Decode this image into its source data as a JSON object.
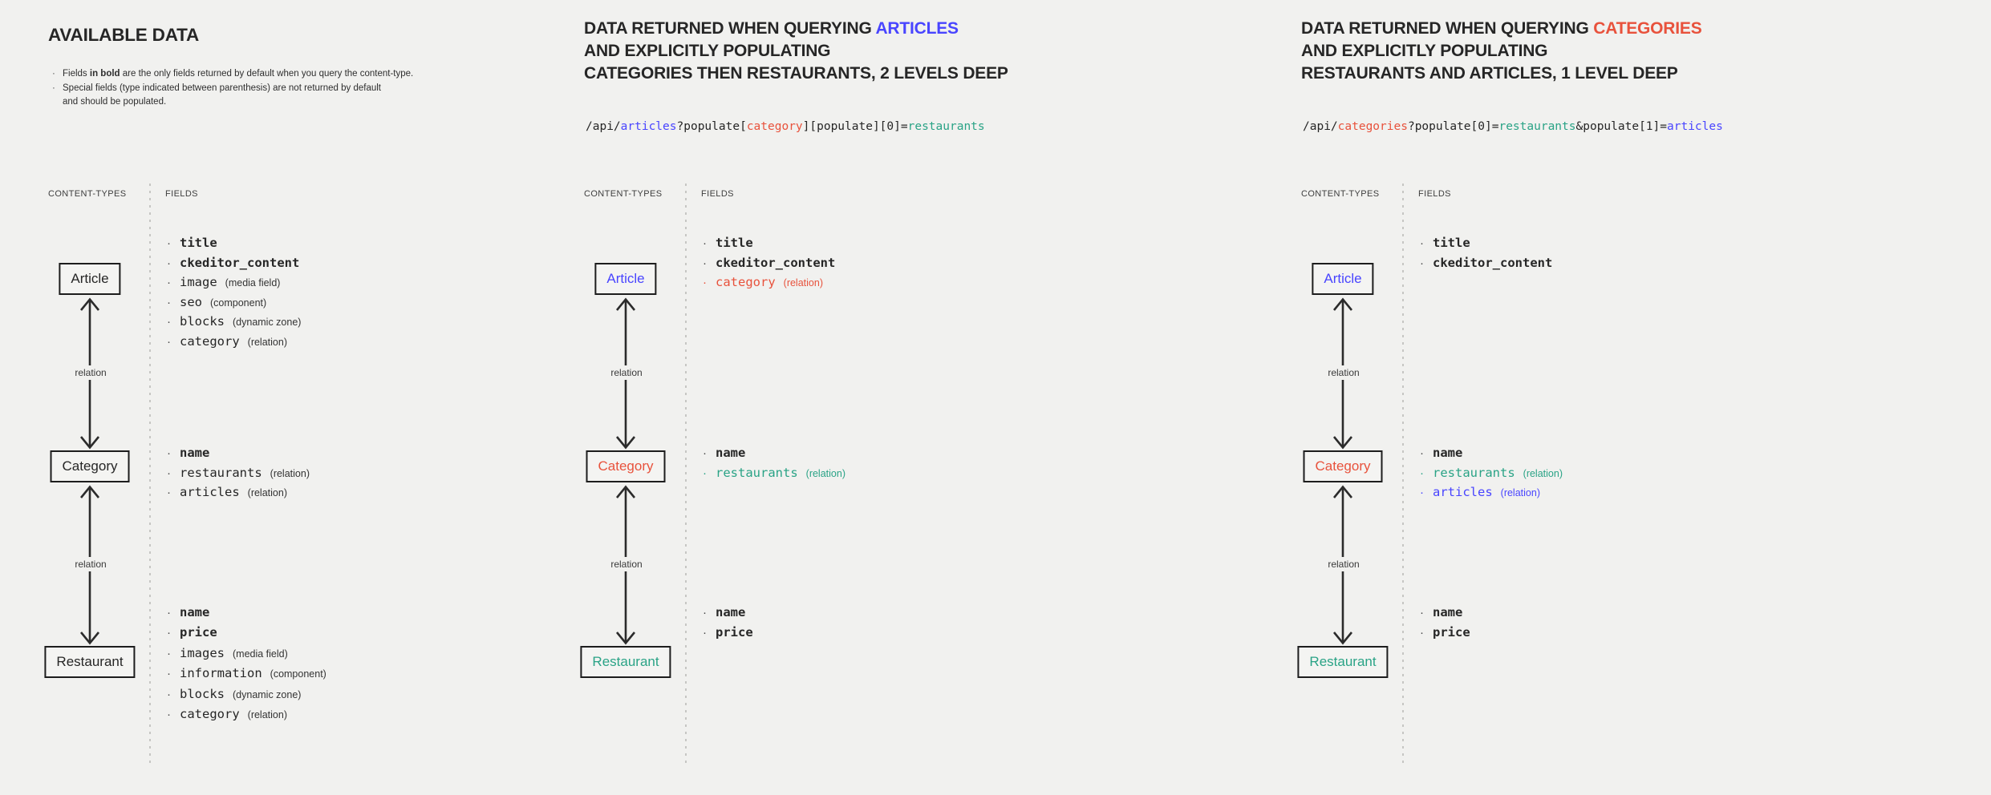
{
  "colors": {
    "dark": "#262626",
    "blue": "#4945ff",
    "red": "#e8523c",
    "teal": "#2aa386"
  },
  "relation_label": "relation",
  "column_headers": {
    "content_types": "CONTENT-TYPES",
    "fields": "FIELDS"
  },
  "panels": [
    {
      "name": "available-data",
      "title": {
        "size": "big",
        "lines": [
          [
            {
              "t": "AVAILABLE DATA",
              "c": "dark"
            }
          ]
        ]
      },
      "notes": [
        {
          "bullet": true,
          "segments": [
            {
              "t": "Fields ",
              "b": false
            },
            {
              "t": "in bold",
              "b": true
            },
            {
              "t": " are the only fields returned by default when you query the content-type.",
              "b": false
            }
          ]
        },
        {
          "bullet": true,
          "segments": [
            {
              "t": "Special fields (type indicated between parenthesis) are not returned by default",
              "b": false
            }
          ]
        },
        {
          "bullet": false,
          "segments": [
            {
              "t": "and should be populated.",
              "b": false
            }
          ]
        }
      ],
      "code": null,
      "boxes": [
        {
          "label": "Article",
          "c": "dark"
        },
        {
          "label": "Category",
          "c": "dark"
        },
        {
          "label": "Restaurant",
          "c": "dark"
        }
      ],
      "fields": [
        [
          {
            "n": "title",
            "b": true,
            "c": "dark"
          },
          {
            "n": "ckeditor_content",
            "b": true,
            "c": "dark"
          },
          {
            "n": "image",
            "type": "(media field)",
            "c": "dark"
          },
          {
            "n": "seo",
            "type": "(component)",
            "c": "dark"
          },
          {
            "n": "blocks",
            "type": "(dynamic zone)",
            "c": "dark"
          },
          {
            "n": "category",
            "type": "(relation)",
            "c": "dark"
          }
        ],
        [
          {
            "n": "name",
            "b": true,
            "c": "dark"
          },
          {
            "n": "restaurants",
            "type": "(relation)",
            "c": "dark"
          },
          {
            "n": "articles",
            "type": "(relation)",
            "c": "dark"
          }
        ],
        [
          {
            "n": "name",
            "b": true,
            "c": "dark"
          },
          {
            "n": "price",
            "b": true,
            "c": "dark"
          },
          {
            "n": "images",
            "type": "(media field)",
            "c": "dark"
          },
          {
            "n": "information",
            "type": "(component)",
            "c": "dark"
          },
          {
            "n": "blocks",
            "type": "(dynamic zone)",
            "c": "dark"
          },
          {
            "n": "category",
            "type": "(relation)",
            "c": "dark"
          }
        ]
      ]
    },
    {
      "name": "query-articles",
      "title": {
        "size": "normal",
        "lines": [
          [
            {
              "t": "DATA RETURNED WHEN QUERYING ",
              "c": "dark"
            },
            {
              "t": "ARTICLES",
              "c": "blue"
            }
          ],
          [
            {
              "t": "AND EXPLICITLY POPULATING",
              "c": "dark"
            }
          ],
          [
            {
              "t": "CATEGORIES THEN RESTAURANTS, 2 LEVELS DEEP",
              "c": "dark"
            }
          ]
        ]
      },
      "notes": null,
      "code": [
        {
          "t": "/api/",
          "c": "dark"
        },
        {
          "t": "articles",
          "c": "blue"
        },
        {
          "t": "?populate[",
          "c": "dark"
        },
        {
          "t": "category",
          "c": "red"
        },
        {
          "t": "][populate][0]=",
          "c": "dark"
        },
        {
          "t": "restaurants",
          "c": "teal"
        }
      ],
      "boxes": [
        {
          "label": "Article",
          "c": "blue"
        },
        {
          "label": "Category",
          "c": "red"
        },
        {
          "label": "Restaurant",
          "c": "teal"
        }
      ],
      "fields": [
        [
          {
            "n": "title",
            "b": true,
            "c": "dark"
          },
          {
            "n": "ckeditor_content",
            "b": true,
            "c": "dark"
          },
          {
            "n": "category",
            "type": "(relation)",
            "c": "red"
          }
        ],
        [
          {
            "n": "name",
            "b": true,
            "c": "dark"
          },
          {
            "n": "restaurants",
            "type": "(relation)",
            "c": "teal"
          }
        ],
        [
          {
            "n": "name",
            "b": true,
            "c": "dark"
          },
          {
            "n": "price",
            "b": true,
            "c": "dark"
          }
        ]
      ]
    },
    {
      "name": "query-categories",
      "title": {
        "size": "normal",
        "lines": [
          [
            {
              "t": "DATA RETURNED WHEN QUERYING ",
              "c": "dark"
            },
            {
              "t": "CATEGORIES",
              "c": "red"
            }
          ],
          [
            {
              "t": "AND EXPLICITLY POPULATING",
              "c": "dark"
            }
          ],
          [
            {
              "t": "RESTAURANTS AND ARTICLES, 1 LEVEL DEEP",
              "c": "dark"
            }
          ]
        ]
      },
      "notes": null,
      "code": [
        {
          "t": "/api/",
          "c": "dark"
        },
        {
          "t": "categories",
          "c": "red"
        },
        {
          "t": "?populate[0]=",
          "c": "dark"
        },
        {
          "t": "restaurants",
          "c": "teal"
        },
        {
          "t": "&populate[1]=",
          "c": "dark"
        },
        {
          "t": "articles",
          "c": "blue"
        }
      ],
      "boxes": [
        {
          "label": "Article",
          "c": "blue"
        },
        {
          "label": "Category",
          "c": "red"
        },
        {
          "label": "Restaurant",
          "c": "teal"
        }
      ],
      "fields": [
        [
          {
            "n": "title",
            "b": true,
            "c": "dark"
          },
          {
            "n": "ckeditor_content",
            "b": true,
            "c": "dark"
          }
        ],
        [
          {
            "n": "name",
            "b": true,
            "c": "dark"
          },
          {
            "n": "restaurants",
            "type": "(relation)",
            "c": "teal"
          },
          {
            "n": "articles",
            "type": "(relation)",
            "c": "blue"
          }
        ],
        [
          {
            "n": "name",
            "b": true,
            "c": "dark"
          },
          {
            "n": "price",
            "b": true,
            "c": "dark"
          }
        ]
      ]
    }
  ]
}
